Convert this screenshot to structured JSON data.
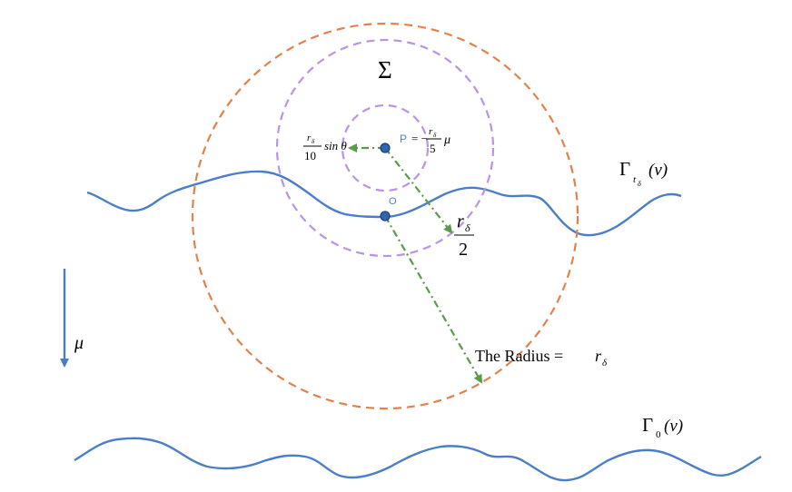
{
  "colors": {
    "curve": "#4a7fc8",
    "outer_circle": "#e2824a",
    "inner_circles": "#b993e6",
    "arrow": "#5a9a48",
    "point_fill": "#2f66b0",
    "point_stroke": "#1e3f78",
    "point_label": "#4a7fc8"
  },
  "labels": {
    "sigma": "Σ",
    "gamma": "Γ",
    "t": "t",
    "delta": "δ",
    "zero": "0",
    "v_arg": "(v)",
    "point_p": "P",
    "equals_minus": "= −",
    "r": "r",
    "five": "5",
    "mu": "μ",
    "ten": "10",
    "sin_theta": "sin θ",
    "two": "2",
    "point_o": "O",
    "radius_text": "The Radius = ",
    "mu_axis": "μ"
  }
}
